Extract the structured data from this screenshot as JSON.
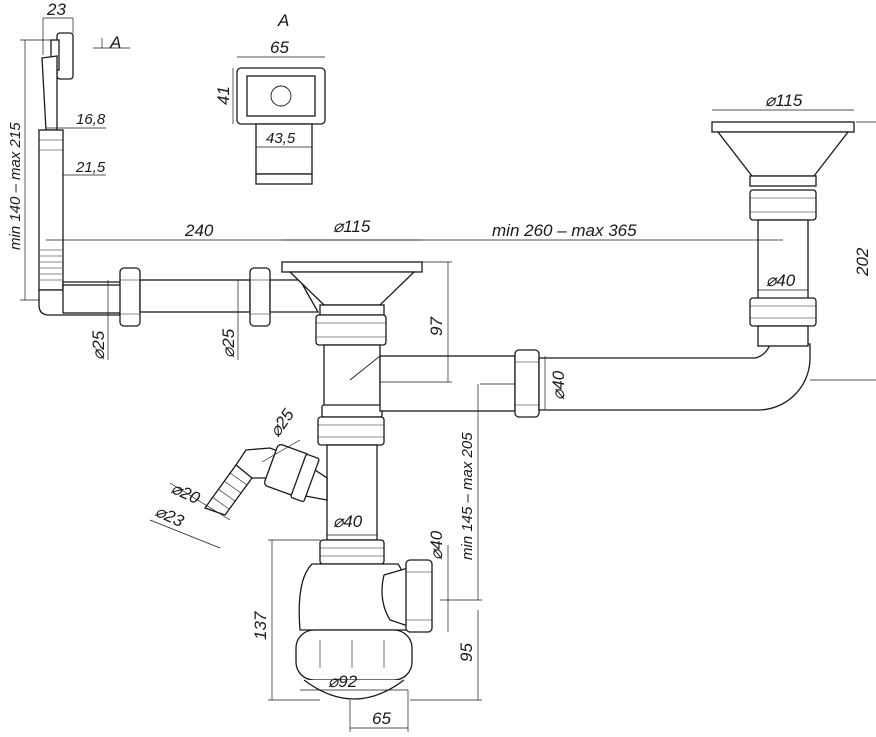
{
  "view_label": "A",
  "view_arrow_label": "A",
  "dimensions": {
    "overflow_width": "23",
    "overflow_stem_dia": "16,8",
    "overflow_tube_dia": "21,5",
    "overflow_height_range": "min 140 – max 215",
    "view_a_width": "65",
    "view_a_height": "41",
    "view_a_inner": "43,5",
    "left_drain_spacing": "240",
    "left_strainer_dia": "⌀115",
    "right_drain_spacing": "min 260 – max 365",
    "right_strainer_dia": "⌀115",
    "right_pipe_dia": "⌀40",
    "right_riser_height": "202",
    "overflow_pipe_dia": "⌀25",
    "overflow_inlet_dia": "⌀25",
    "tee_drop": "97",
    "horizontal_pipe_dia": "⌀40",
    "side_inlet_range": "min 145 – max 205",
    "side_hose_dia": "⌀25",
    "hose_dia_20": "⌀20",
    "hose_dia_23": "⌀23",
    "center_pipe_dia": "⌀40",
    "outlet_dia": "⌀40",
    "trap_height": "137",
    "outlet_height": "95",
    "bottle_dia": "⌀92",
    "bottle_width": "65"
  }
}
